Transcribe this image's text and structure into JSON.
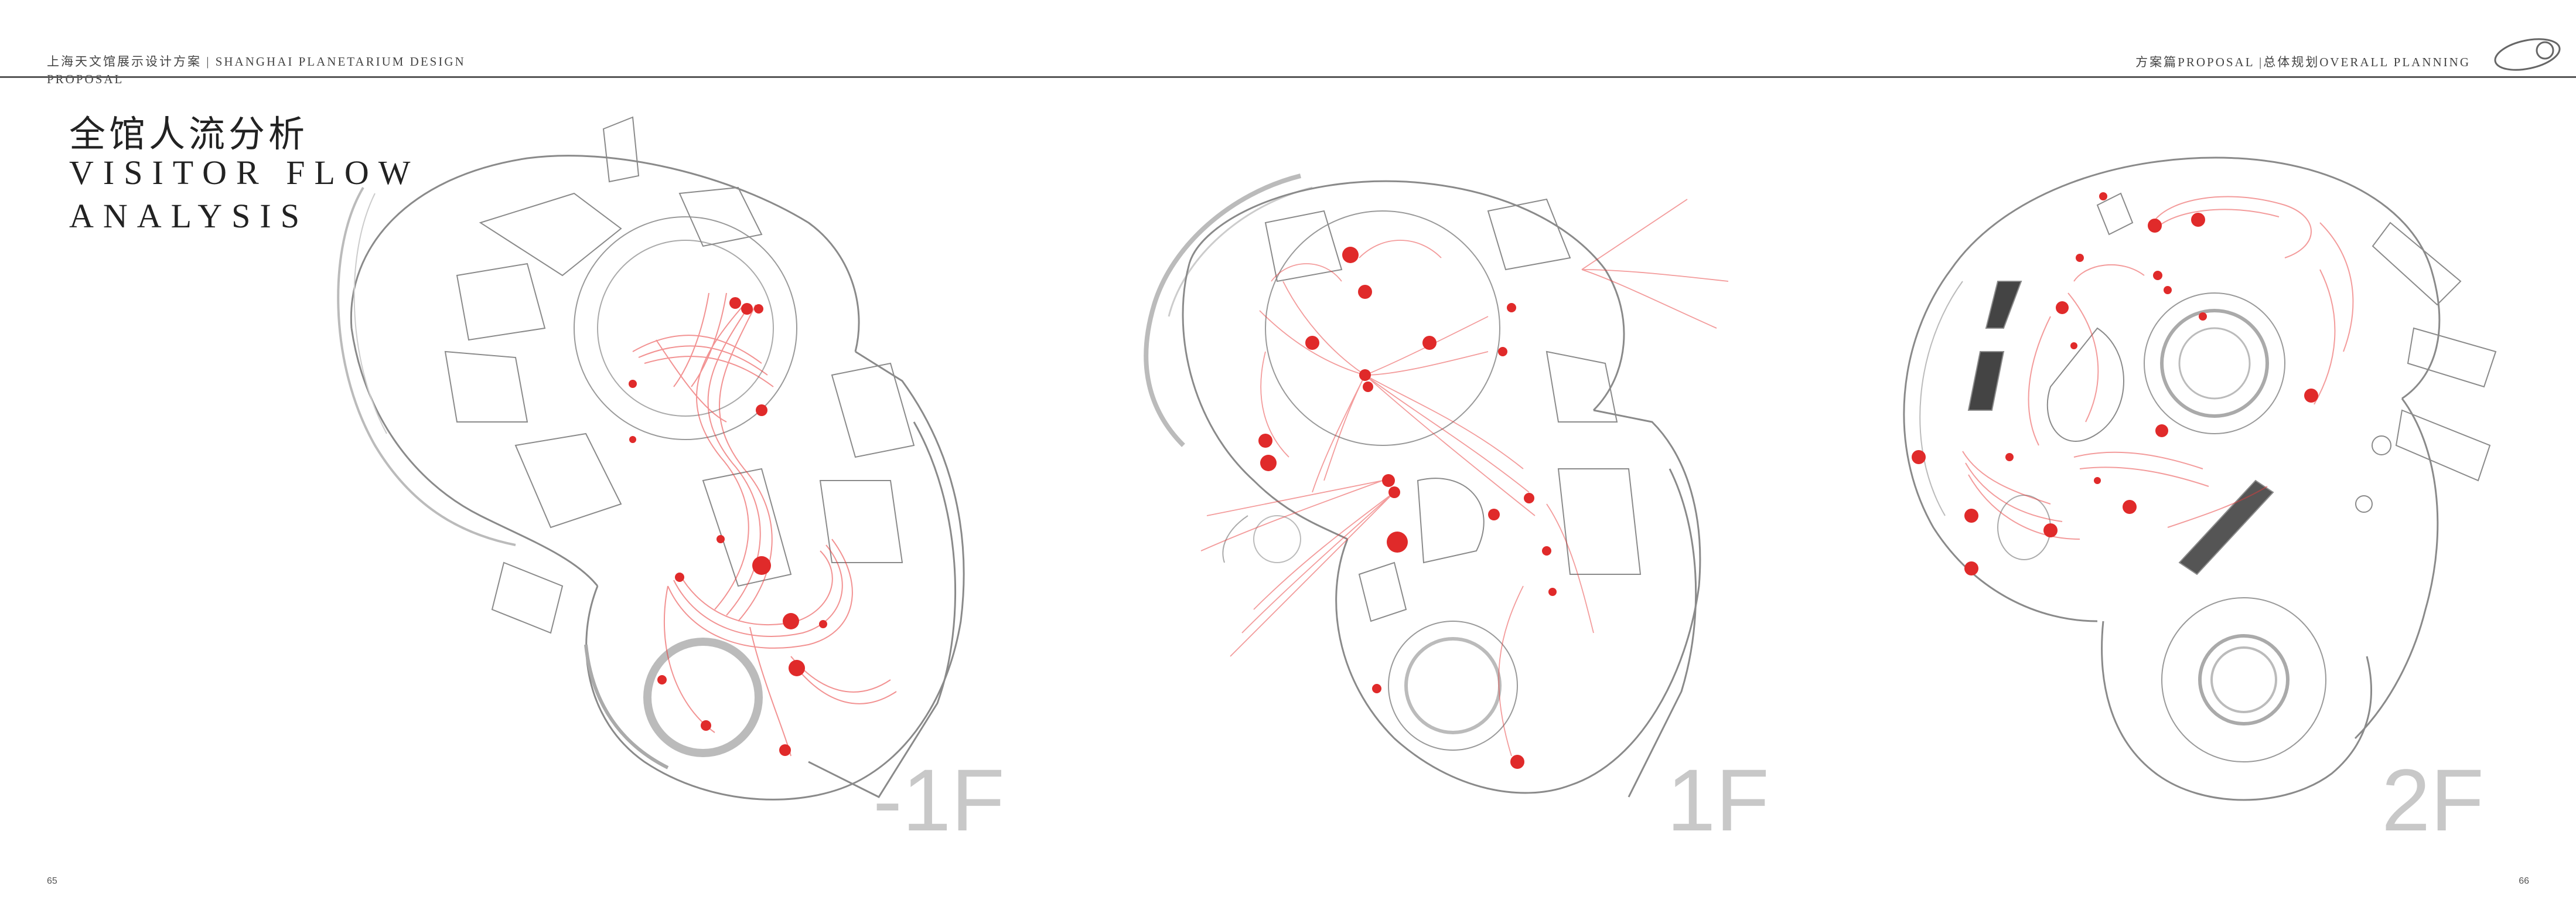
{
  "header": {
    "left_line1": "上海天文馆展示设计方案 | SHANGHAI PLANETARIUM DESIGN",
    "left_line2": "PROPOSAL",
    "right": "方案篇PROPOSAL |总体规划OVERALL PLANNING"
  },
  "title": {
    "cn": "全馆人流分析",
    "en_line1": "VISITOR FLOW",
    "en_line2": "ANALYSIS"
  },
  "floors": [
    {
      "label": "-1F"
    },
    {
      "label": "1F"
    },
    {
      "label": "2F"
    }
  ],
  "pages": {
    "left": "65",
    "right": "66"
  },
  "colors": {
    "flow": "#e83a3a",
    "plan_line": "#888888",
    "label": "#c8c8c8"
  }
}
